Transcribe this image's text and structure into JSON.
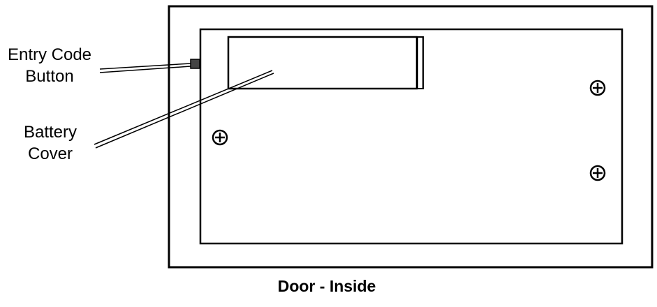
{
  "labels": {
    "entry_code_button_line1": "Entry Code",
    "entry_code_button_line2": "Button",
    "battery_cover_line1": "Battery",
    "battery_cover_line2": "Cover"
  },
  "caption": "Door - Inside",
  "colors": {
    "stroke": "#000000",
    "background": "#ffffff",
    "button_fill": "#444444"
  },
  "icons": [
    "screw-icon",
    "screw-icon",
    "screw-icon"
  ]
}
